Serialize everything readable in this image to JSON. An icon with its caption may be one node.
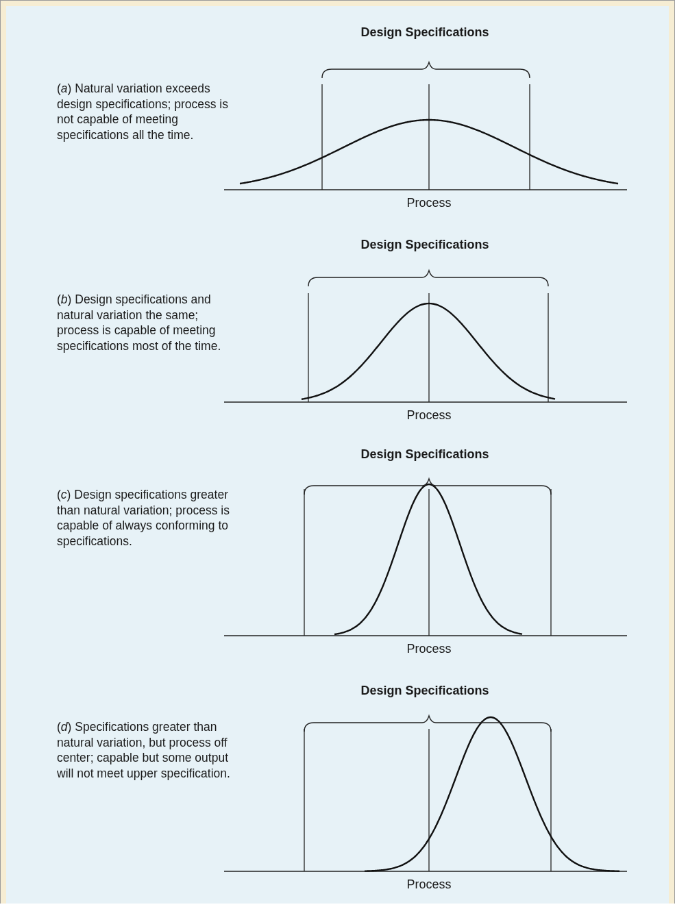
{
  "diagram": {
    "labels": [
      "Design Specifications",
      "(*a*) Natural variation exceeds design specifications; process is not capable of meeting specifications all the time.",
      "Process",
      "Design Specifications",
      "(*b*) Design specifications and natural variation the same; process is capable of meeting specifications most of the time.",
      "Process",
      "Design Specifications",
      "(*c*) Design specifications greater than natural variation; process is capable of always conforming to specifications.",
      "Process",
      "Design Specifications",
      "(*d*) Specifications greater than natural variation, but process off center; capable but some output will not meet upper specification.",
      "Process"
    ]
  }
}
